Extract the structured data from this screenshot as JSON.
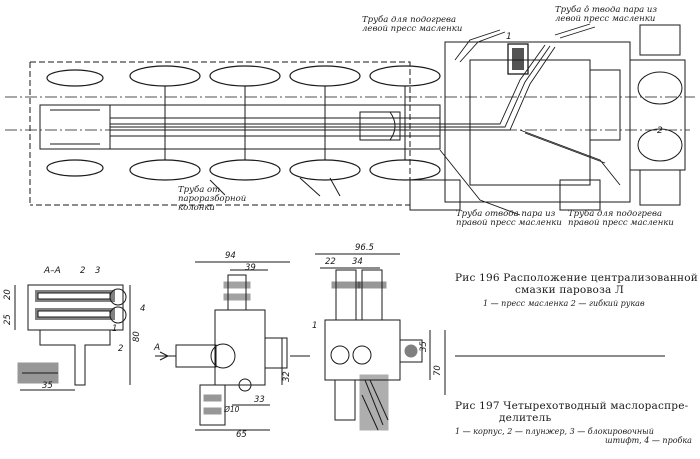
{
  "fig196": {
    "labels": {
      "pipe_heating_left": [
        "Труба для подогрева",
        "левой пресс масленки"
      ],
      "pipe_from_boiler_left": [
        "Труба о̂ тводa пара из",
        "левой пресс масленки"
      ],
      "pipe_steam_column": [
        "Труба от пароразборной колонки"
      ],
      "pipe_steam_right": [
        "Труба отвода пара из",
        "правой пресс масленки"
      ],
      "pipe_heating_right": [
        "Труба для подогрева",
        "правой пресс масленки"
      ]
    },
    "markers": [
      "1",
      "2"
    ],
    "caption_title": [
      "Рис  196  Расположение  централизованной",
      "смазки  паровоза  Л"
    ],
    "caption_legend": "1 — пресс масленка   2 — гибкий  рукав"
  },
  "fig197": {
    "section_label": "А–А",
    "section_numbers": [
      "2",
      "3",
      "4",
      "1",
      "2"
    ],
    "left_dims": [
      "25",
      "20",
      "80",
      "35"
    ],
    "mid_dims": [
      "94",
      "39",
      "32",
      "33",
      "65",
      "Ø10"
    ],
    "mid_arrow_label": "А",
    "right_dims": [
      "96.5",
      "22",
      "34",
      "35",
      "70"
    ],
    "right_markers": [
      "1"
    ],
    "caption_title": [
      "Рис  197  Четырехотводный  маслораспре-",
      "делитель"
    ],
    "caption_legend": [
      "1 — корпус,  2 — плунжер,  3 — блокировочный",
      "штифт,  4 — пробка"
    ]
  },
  "colors": {
    "ink": "#1a1a1a",
    "paper": "#ffffff"
  }
}
